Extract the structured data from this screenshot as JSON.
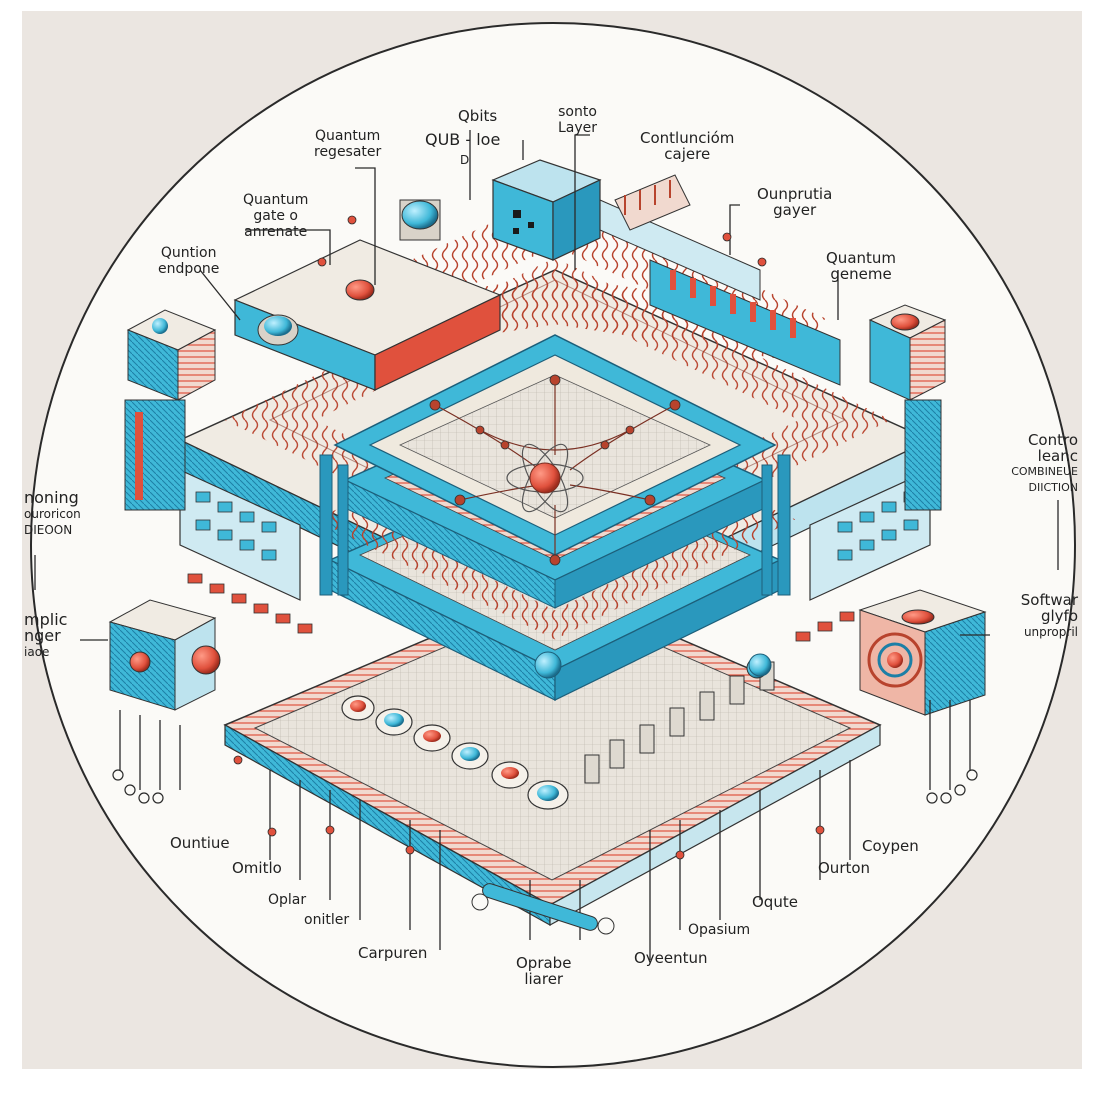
{
  "colors": {
    "background": "#ebe6e1",
    "circle": "#fbfaf7",
    "cyan": "#3fb8d8",
    "cyan_dark": "#1d7fa6",
    "red": "#e0513d",
    "line": "#2a2a2a"
  },
  "labels": {
    "qbits": "Qbits",
    "qub": "QUB - loe",
    "qub_sub": "D",
    "sonto": "sonto",
    "layer_top": "Layer",
    "quantum_register_1": "Quantum",
    "quantum_register_2": "regesater",
    "quantum_gate_1": "Quantum",
    "quantum_gate_2": "gate o",
    "quantum_gate_3": "anrenate",
    "quantion_1": "Quntion",
    "quantion_2": "endpone",
    "contlunciom_1": "Contluncióm",
    "contlunciom_2": "cajere",
    "ounprutia_1": "Ounprutia",
    "ounprutia_2": "gayer",
    "quantum_geneme_1": "Quantum",
    "quantum_geneme_2": "geneme",
    "control_1": "Contro",
    "control_2": "leanc",
    "control_3": "COMBINEUE",
    "control_4": "DIICTION",
    "noning_1": "noning",
    "noning_2": "ouroricon",
    "noning_3": "DIEOON",
    "mplic_1": "mplic",
    "mplic_2": "nger",
    "mplic_3": "iaoe",
    "software_1": "Softwar",
    "software_2": "glyfo",
    "software_3": "unpropril",
    "ountiue": "Ountiue",
    "omitlo": "Omitlo",
    "oplar": "Oplar",
    "onitier": "onitler",
    "carpuren": "Carpuren",
    "oprabe_1": "Oprabe",
    "oprabe_2": "liarer",
    "oyeentun": "Oyeentun",
    "opasium": "Opasium",
    "oqute": "Oqute",
    "ourton": "Ourton",
    "coypen": "Coypen"
  },
  "icons": [
    "atom-icon",
    "qubit-node-icon",
    "cooling-coil-icon",
    "chip-cube-icon"
  ]
}
